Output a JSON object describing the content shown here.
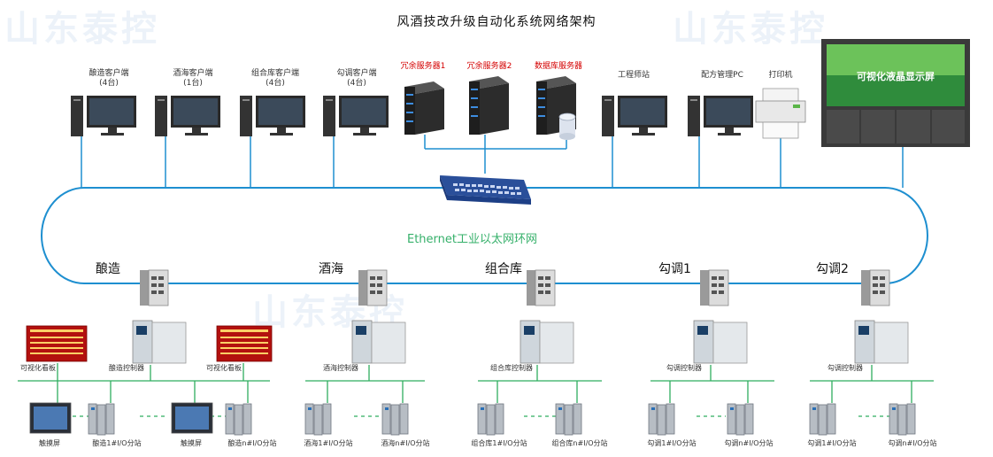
{
  "title": "风酒技改升级自动化系统网络架构",
  "watermark": "山东泰控",
  "ring_label": "Ethernet工业以太网环网",
  "top_devices": [
    {
      "label": "酿造客户端",
      "sub": "(4台)"
    },
    {
      "label": "酒海客户端",
      "sub": "(1台)"
    },
    {
      "label": "组合库客户端",
      "sub": "(4台)"
    },
    {
      "label": "勾调客户端",
      "sub": "(4台)"
    },
    {
      "label": "冗余服务器1",
      "sub": ""
    },
    {
      "label": "冗余服务器2",
      "sub": ""
    },
    {
      "label": "数据库服务器",
      "sub": ""
    },
    {
      "label": "工程师站",
      "sub": ""
    },
    {
      "label": "配方管理PC",
      "sub": ""
    },
    {
      "label": "打印机",
      "sub": ""
    }
  ],
  "big_screen_text": "可视化液晶显示屏",
  "segments": [
    {
      "name": "酿造",
      "controller": "酿造控制器",
      "io": [
        {
          "label": "触摸屏"
        },
        {
          "label": "酿造1#I/O分站"
        },
        {
          "label": "触摸屏"
        },
        {
          "label": "酿造n#I/O分站"
        }
      ]
    },
    {
      "name": "酒海",
      "controller": "酒海控制器",
      "io": [
        {
          "label": "酒海1#I/O分站"
        },
        {
          "label": "酒海n#I/O分站"
        }
      ]
    },
    {
      "name": "组合库",
      "controller": "组合库控制器",
      "io": [
        {
          "label": "组合库1#I/O分站"
        },
        {
          "label": "组合库n#I/O分站"
        }
      ]
    },
    {
      "name": "勾调1",
      "controller": "勾调控制器",
      "io": [
        {
          "label": "勾调1#I/O分站"
        },
        {
          "label": "勾调n#I/O分站"
        }
      ]
    },
    {
      "name": "勾调2",
      "controller": "勾调控制器",
      "io": [
        {
          "label": "勾调1#I/O分站"
        },
        {
          "label": "勾调n#I/O分站"
        }
      ]
    }
  ],
  "kanban": [
    {
      "label": "可视化看板"
    },
    {
      "label": "可视化看板"
    }
  ],
  "colors": {
    "ring": "#1e8fd0",
    "field_bus": "#2fae5f",
    "server_label": "#d40000"
  }
}
